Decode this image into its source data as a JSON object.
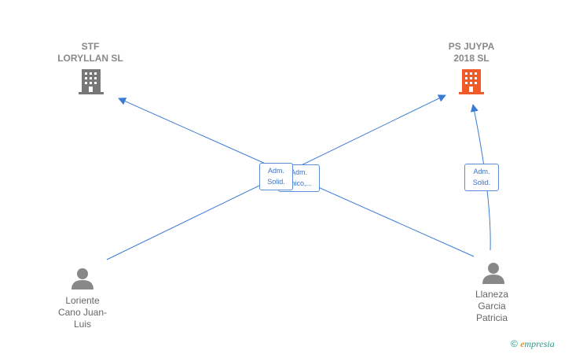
{
  "companies": [
    {
      "line1": "STF",
      "line2": "LORYLLAN SL",
      "color": "#777777"
    },
    {
      "line1": "PS JUYPA",
      "line2": "2018  SL",
      "color": "#f05a28"
    }
  ],
  "persons": [
    {
      "line1": "Loriente",
      "line2": "Cano Juan-",
      "line3": "Luis"
    },
    {
      "line1": "Llaneza",
      "line2": "Garcia",
      "line3": "Patricia"
    }
  ],
  "relations": [
    {
      "line1": "Adm.",
      "line2": "Solid."
    },
    {
      "line1": "Adm.",
      "line2": "Solid."
    },
    {
      "line1": "Adm.",
      "line2": "Unico,..."
    }
  ],
  "footer": {
    "copyright": "©",
    "brand_e": "e",
    "brand_rest": "mpresia"
  },
  "colors": {
    "edge": "#3a7bd5",
    "person_icon": "#888888"
  }
}
